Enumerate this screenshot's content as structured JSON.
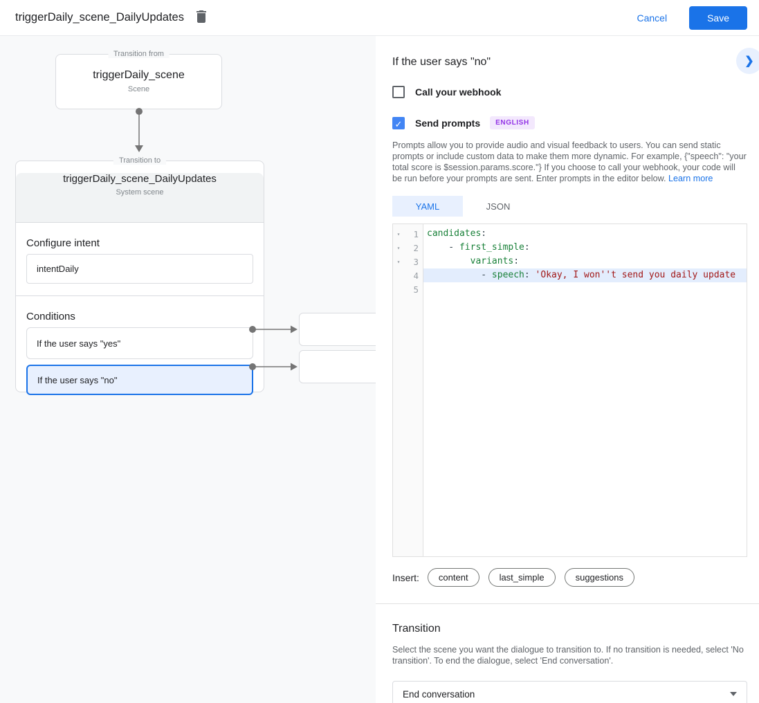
{
  "colors": {
    "accent": "#1a73e8",
    "checkbox_blue": "#4285f4",
    "badge_bg": "#f3e8fd",
    "badge_fg": "#9334e6",
    "code_key_green": "#188038",
    "code_string_red": "#a11616",
    "active_line_bg": "#e3edfd"
  },
  "topbar": {
    "title": "triggerDaily_scene_DailyUpdates",
    "cancel_label": "Cancel",
    "save_label": "Save"
  },
  "canvas": {
    "from_box": {
      "legend": "Transition from",
      "title": "triggerDaily_scene",
      "subtitle": "Scene"
    },
    "to_box": {
      "legend": "Transition to",
      "title": "triggerDaily_scene_DailyUpdates",
      "subtitle": "System scene",
      "intent_label": "Configure intent",
      "intent_value": "intentDaily",
      "conditions_label": "Conditions",
      "conditions": [
        {
          "label": "If the user says \"yes\"",
          "active": false
        },
        {
          "label": "If the user says \"no\"",
          "active": true
        }
      ]
    }
  },
  "panel": {
    "title": "If the user says \"no\"",
    "webhook_label": "Call your webhook",
    "prompts_label": "Send prompts",
    "language_badge": "ENGLISH",
    "description": "Prompts allow you to provide audio and visual feedback to users. You can send static prompts or include custom data to make them more dynamic. For example, {\"speech\": \"your total score is $session.params.score.\"} If you choose to call your webhook, your code will be run before your prompts are sent. Enter prompts in the editor below. ",
    "learn_more": "Learn more",
    "tabs": [
      {
        "label": "YAML",
        "active": true
      },
      {
        "label": "JSON",
        "active": false
      }
    ],
    "editor": {
      "lines": [
        {
          "num": 1,
          "fold": true,
          "active": false,
          "tokens": [
            {
              "t": "key",
              "v": "candidates"
            },
            {
              "t": "plain",
              "v": ":"
            }
          ]
        },
        {
          "num": 2,
          "fold": true,
          "active": false,
          "tokens": [
            {
              "t": "plain",
              "v": "    - "
            },
            {
              "t": "key",
              "v": "first_simple"
            },
            {
              "t": "plain",
              "v": ":"
            }
          ]
        },
        {
          "num": 3,
          "fold": true,
          "active": false,
          "tokens": [
            {
              "t": "plain",
              "v": "        "
            },
            {
              "t": "key",
              "v": "variants"
            },
            {
              "t": "plain",
              "v": ":"
            }
          ]
        },
        {
          "num": 4,
          "fold": false,
          "active": true,
          "tokens": [
            {
              "t": "plain",
              "v": "          - "
            },
            {
              "t": "key",
              "v": "speech"
            },
            {
              "t": "plain",
              "v": ": "
            },
            {
              "t": "str",
              "v": "'Okay, I won''t send you daily update"
            }
          ]
        },
        {
          "num": 5,
          "fold": false,
          "active": false,
          "tokens": []
        }
      ]
    },
    "insert_label": "Insert:",
    "insert_chips": [
      "content",
      "last_simple",
      "suggestions"
    ],
    "transition": {
      "heading": "Transition",
      "description": "Select the scene you want the dialogue to transition to. If no transition is needed, select 'No transition'. To end the dialogue, select 'End conversation'.",
      "selected_value": "End conversation"
    }
  }
}
